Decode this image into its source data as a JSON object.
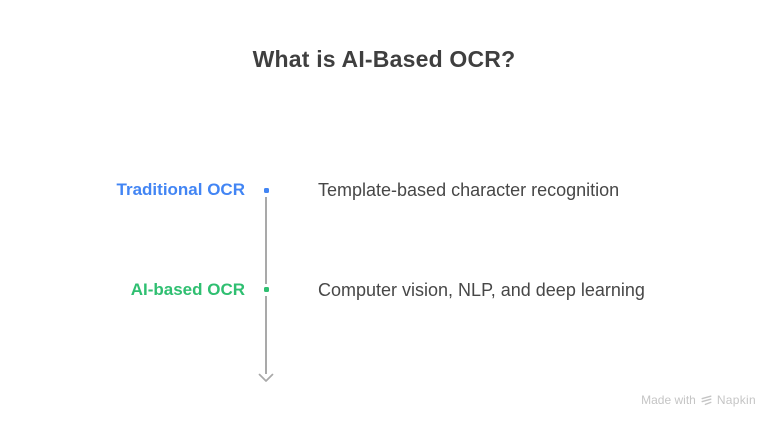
{
  "title": "What is AI-Based OCR?",
  "rows": [
    {
      "label": "Traditional OCR",
      "label_color": "#4285F4",
      "dot_color": "#4285F4",
      "description": "Template-based character recognition"
    },
    {
      "label": "AI-based OCR",
      "label_color": "#2FBF71",
      "dot_color": "#2FBF71",
      "description": "Computer vision, NLP, and deep learning"
    }
  ],
  "timeline": {
    "direction": "down",
    "line_color": "#A9A9A9",
    "arrow_color": "#A9A9A9"
  },
  "watermark": {
    "made_with": "Made with",
    "brand": "Napkin",
    "logo_icon": "napkin-logo-icon",
    "text_color": "#C5C5C5"
  },
  "colors": {
    "background": "#FFFFFF",
    "title_text": "#3F3F3F",
    "body_text": "#474747"
  }
}
